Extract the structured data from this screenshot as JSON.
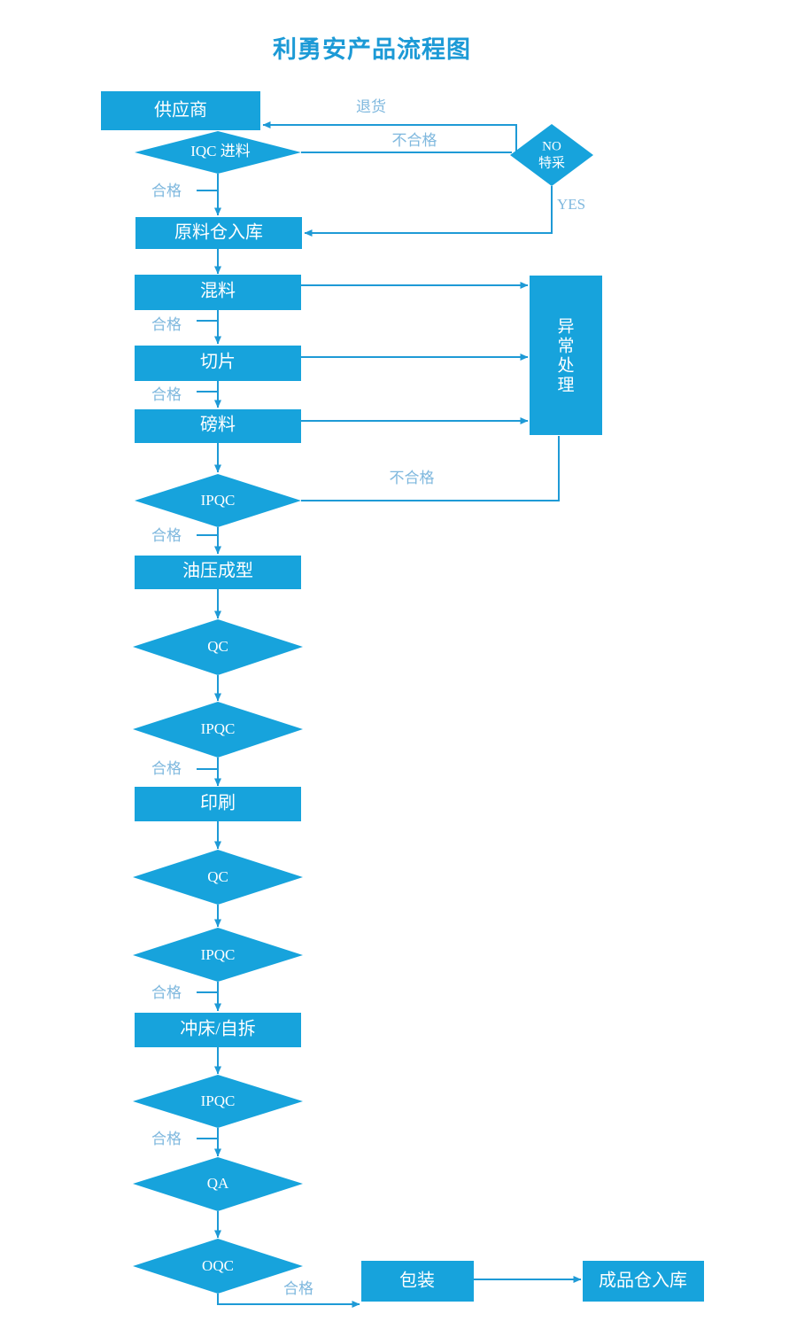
{
  "title": "利勇安产品流程图",
  "colors": {
    "node_fill": "#17A3DC",
    "connector": "#1E9AD6",
    "label_text": "#7FB8DE",
    "node_text": "#FFFFFF",
    "title": "#1C9AD6",
    "background": "#FFFFFF"
  },
  "diagram": {
    "type": "flowchart",
    "nodes": [
      {
        "id": "supplier",
        "shape": "rect",
        "label": "供应商"
      },
      {
        "id": "iqc",
        "shape": "diamond",
        "label": "IQC 进料"
      },
      {
        "id": "special_buy",
        "shape": "diamond",
        "label_line1": "NO",
        "label_line2": "特采"
      },
      {
        "id": "raw_store",
        "shape": "rect",
        "label": "原料仓入库"
      },
      {
        "id": "mixing",
        "shape": "rect",
        "label": "混料"
      },
      {
        "id": "slicing",
        "shape": "rect",
        "label": "切片"
      },
      {
        "id": "weighing",
        "shape": "rect",
        "label": "磅料"
      },
      {
        "id": "abnormal",
        "shape": "rect-vertical",
        "label": "异常处理",
        "chars": [
          "异",
          "常",
          "处",
          "理"
        ]
      },
      {
        "id": "ipqc1",
        "shape": "diamond",
        "label": "IPQC"
      },
      {
        "id": "hydraulic",
        "shape": "rect",
        "label": "油压成型"
      },
      {
        "id": "qc1",
        "shape": "diamond",
        "label": "QC"
      },
      {
        "id": "ipqc2",
        "shape": "diamond",
        "label": "IPQC"
      },
      {
        "id": "printing",
        "shape": "rect",
        "label": "印刷"
      },
      {
        "id": "qc2",
        "shape": "diamond",
        "label": "QC"
      },
      {
        "id": "ipqc3",
        "shape": "diamond",
        "label": "IPQC"
      },
      {
        "id": "punching",
        "shape": "rect",
        "label": "冲床/自拆"
      },
      {
        "id": "ipqc4",
        "shape": "diamond",
        "label": "IPQC"
      },
      {
        "id": "qa",
        "shape": "diamond",
        "label": "QA"
      },
      {
        "id": "oqc",
        "shape": "diamond",
        "label": "OQC"
      },
      {
        "id": "packaging",
        "shape": "rect",
        "label": "包装"
      },
      {
        "id": "fg_store",
        "shape": "rect",
        "label": "成品仓入库"
      }
    ],
    "edge_labels": {
      "return_goods": "退货",
      "fail_iqc": "不合格",
      "pass_iqc": "合格",
      "yes": "YES",
      "pass_mixing": "合格",
      "pass_slicing": "合格",
      "fail_ipqc1": "不合格",
      "pass_ipqc1": "合格",
      "pass_ipqc2": "合格",
      "pass_ipqc3": "合格",
      "pass_ipqc4": "合格",
      "pass_oqc": "合格"
    }
  }
}
